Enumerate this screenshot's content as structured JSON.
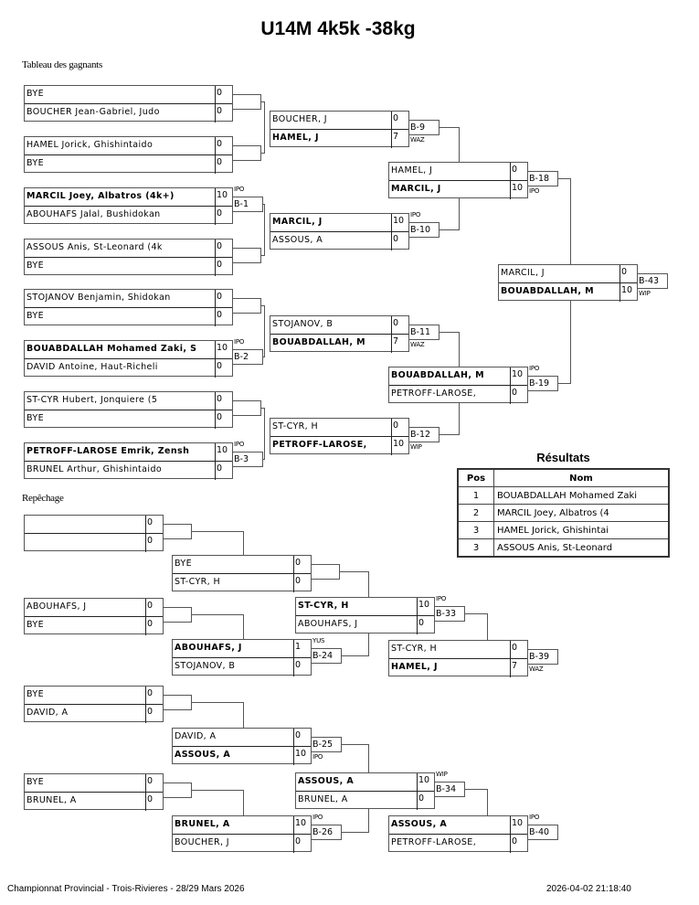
{
  "header": {
    "title": "U14M 4k5k -38kg"
  },
  "sections": {
    "winners": "Tableau des gagnants",
    "repechage": "Repêchage"
  },
  "winners": {
    "round1": [
      {
        "top": {
          "name": "BYE",
          "score": "0",
          "win": false
        },
        "bot": {
          "name": "BOUCHER Jean-Gabriel, Judo",
          "score": "0",
          "win": false
        },
        "bout": "",
        "tech": ""
      },
      {
        "top": {
          "name": "HAMEL Jorick, Ghishintaido",
          "score": "0",
          "win": false
        },
        "bot": {
          "name": "BYE",
          "score": "0",
          "win": false
        },
        "bout": "",
        "tech": ""
      },
      {
        "top": {
          "name": "MARCIL Joey, Albatros (4k+)",
          "score": "10",
          "win": true
        },
        "bot": {
          "name": "ABOUHAFS Jalal, Bushidokan",
          "score": "0",
          "win": false
        },
        "bout": "B-1",
        "tech": "IPO"
      },
      {
        "top": {
          "name": "ASSOUS Anis, St-Leonard (4k",
          "score": "0",
          "win": false
        },
        "bot": {
          "name": "BYE",
          "score": "0",
          "win": false
        },
        "bout": "",
        "tech": ""
      },
      {
        "top": {
          "name": "STOJANOV Benjamin, Shidokan",
          "score": "0",
          "win": false
        },
        "bot": {
          "name": "BYE",
          "score": "0",
          "win": false
        },
        "bout": "",
        "tech": ""
      },
      {
        "top": {
          "name": "BOUABDALLAH Mohamed Zaki, S",
          "score": "10",
          "win": true
        },
        "bot": {
          "name": "DAVID Antoine, Haut-Richeli",
          "score": "0",
          "win": false
        },
        "bout": "B-2",
        "tech": "IPO"
      },
      {
        "top": {
          "name": "ST-CYR Hubert, Jonquiere (5",
          "score": "0",
          "win": false
        },
        "bot": {
          "name": "BYE",
          "score": "0",
          "win": false
        },
        "bout": "",
        "tech": ""
      },
      {
        "top": {
          "name": "PETROFF-LAROSE Emrik, Zensh",
          "score": "10",
          "win": true
        },
        "bot": {
          "name": "BRUNEL Arthur, Ghishintaido",
          "score": "0",
          "win": false
        },
        "bout": "B-3",
        "tech": "IPO"
      }
    ],
    "round2": [
      {
        "top": {
          "name": "BOUCHER, J",
          "score": "0",
          "win": false
        },
        "bot": {
          "name": "HAMEL, J",
          "score": "7",
          "win": true
        },
        "bout": "B-9",
        "tech": "WAZ"
      },
      {
        "top": {
          "name": "MARCIL, J",
          "score": "10",
          "win": true
        },
        "bot": {
          "name": "ASSOUS, A",
          "score": "0",
          "win": false
        },
        "bout": "B-10",
        "tech": "IPO"
      },
      {
        "top": {
          "name": "STOJANOV, B",
          "score": "0",
          "win": false
        },
        "bot": {
          "name": "BOUABDALLAH, M",
          "score": "7",
          "win": true
        },
        "bout": "B-11",
        "tech": "WAZ"
      },
      {
        "top": {
          "name": "ST-CYR, H",
          "score": "0",
          "win": false
        },
        "bot": {
          "name": "PETROFF-LAROSE,",
          "score": "10",
          "win": true
        },
        "bout": "B-12",
        "tech": "WIP"
      }
    ],
    "semis": [
      {
        "top": {
          "name": "HAMEL, J",
          "score": "0",
          "win": false
        },
        "bot": {
          "name": "MARCIL, J",
          "score": "10",
          "win": true
        },
        "bout": "B-18",
        "tech": "IPO"
      },
      {
        "top": {
          "name": "BOUABDALLAH, M",
          "score": "10",
          "win": true
        },
        "bot": {
          "name": "PETROFF-LAROSE,",
          "score": "0",
          "win": false
        },
        "bout": "B-19",
        "tech": "IPO"
      }
    ],
    "final": {
      "top": {
        "name": "MARCIL, J",
        "score": "0",
        "win": false
      },
      "bot": {
        "name": "BOUABDALLAH, M",
        "score": "10",
        "win": true
      },
      "bout": "B-43",
      "tech": "WIP"
    }
  },
  "repechage": {
    "r1": [
      {
        "top": {
          "name": "",
          "score": "0",
          "win": false
        },
        "bot": {
          "name": "",
          "score": "0",
          "win": false
        }
      },
      {
        "top": {
          "name": "ABOUHAFS, J",
          "score": "0",
          "win": false
        },
        "bot": {
          "name": "BYE",
          "score": "0",
          "win": false
        }
      },
      {
        "top": {
          "name": "BYE",
          "score": "0",
          "win": false
        },
        "bot": {
          "name": "DAVID, A",
          "score": "0",
          "win": false
        }
      },
      {
        "top": {
          "name": "BYE",
          "score": "0",
          "win": false
        },
        "bot": {
          "name": "BRUNEL, A",
          "score": "0",
          "win": false
        }
      }
    ],
    "r2": [
      {
        "top": {
          "name": "BYE",
          "score": "0",
          "win": false
        },
        "bot": {
          "name": "ST-CYR, H",
          "score": "0",
          "win": false
        },
        "bout": "",
        "tech": ""
      },
      {
        "top": {
          "name": "ABOUHAFS, J",
          "score": "1",
          "win": true
        },
        "bot": {
          "name": "STOJANOV, B",
          "score": "0",
          "win": false
        },
        "bout": "B-24",
        "tech": "YUS"
      },
      {
        "top": {
          "name": "DAVID, A",
          "score": "0",
          "win": false
        },
        "bot": {
          "name": "ASSOUS, A",
          "score": "10",
          "win": true
        },
        "bout": "B-25",
        "tech": "IPO"
      },
      {
        "top": {
          "name": "BRUNEL, A",
          "score": "10",
          "win": true
        },
        "bot": {
          "name": "BOUCHER, J",
          "score": "0",
          "win": false
        },
        "bout": "B-26",
        "tech": "IPO"
      }
    ],
    "r3": [
      {
        "top": {
          "name": "ST-CYR, H",
          "score": "10",
          "win": true
        },
        "bot": {
          "name": "ABOUHAFS, J",
          "score": "0",
          "win": false
        },
        "bout": "B-33",
        "tech": "IPO"
      },
      {
        "top": {
          "name": "ASSOUS, A",
          "score": "10",
          "win": true
        },
        "bot": {
          "name": "BRUNEL, A",
          "score": "0",
          "win": false
        },
        "bout": "B-34",
        "tech": "WIP"
      }
    ],
    "bronze": [
      {
        "top": {
          "name": "ST-CYR, H",
          "score": "0",
          "win": false
        },
        "bot": {
          "name": "HAMEL, J",
          "score": "7",
          "win": true
        },
        "bout": "B-39",
        "tech": "WAZ"
      },
      {
        "top": {
          "name": "ASSOUS, A",
          "score": "10",
          "win": true
        },
        "bot": {
          "name": "PETROFF-LAROSE,",
          "score": "0",
          "win": false
        },
        "bout": "B-40",
        "tech": "IPO"
      }
    ]
  },
  "results": {
    "title": "Résultats",
    "headers": [
      "Pos",
      "Nom"
    ],
    "rows": [
      {
        "pos": "1",
        "name": "BOUABDALLAH Mohamed Zaki"
      },
      {
        "pos": "2",
        "name": "MARCIL Joey, Albatros (4"
      },
      {
        "pos": "3",
        "name": "HAMEL Jorick, Ghishintai"
      },
      {
        "pos": "3",
        "name": "ASSOUS Anis, St-Leonard"
      }
    ]
  },
  "footer": {
    "event": "Championnat Provincial - Trois-Rivieres - 28/29 Mars 2026",
    "timestamp": "2026-04-02 21:18:40"
  }
}
